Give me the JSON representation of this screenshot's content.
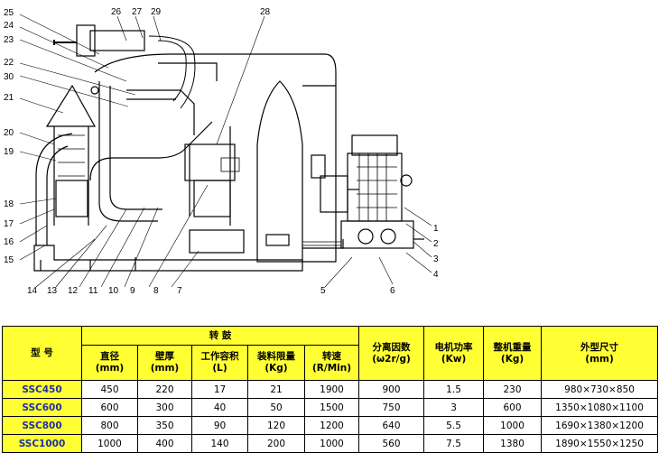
{
  "callouts": {
    "left": [
      "25",
      "24",
      "23",
      "22",
      "30",
      "21",
      "20",
      "19",
      "18",
      "17",
      "16",
      "15"
    ],
    "top": [
      "26",
      "27",
      "29",
      "28"
    ],
    "bottom": [
      "14",
      "13",
      "12",
      "11",
      "10",
      "9",
      "8",
      "7",
      "5",
      "6"
    ],
    "right": [
      "1",
      "2",
      "3",
      "4"
    ]
  },
  "table": {
    "model_header": "型 号",
    "drum_header": "转 鼓",
    "drum_cols": [
      "直径\n(mm)",
      "壁厚\n(mm)",
      "工作容积\n(L)",
      "装料限量\n(Kg)",
      "转速\n(R/Min)"
    ],
    "other_cols": [
      "分离因数\n(ω2r/g)",
      "电机功率\n(Kw)",
      "整机重量\n(Kg)",
      "外型尺寸\n(mm)"
    ],
    "rows": [
      [
        "SSC450",
        "450",
        "220",
        "17",
        "21",
        "1900",
        "900",
        "1.5",
        "230",
        "980×730×850"
      ],
      [
        "SSC600",
        "600",
        "300",
        "40",
        "50",
        "1500",
        "750",
        "3",
        "600",
        "1350×1080×1100"
      ],
      [
        "SSC800",
        "800",
        "350",
        "90",
        "120",
        "1200",
        "640",
        "5.5",
        "1000",
        "1690×1380×1200"
      ],
      [
        "SSC1000",
        "1000",
        "400",
        "140",
        "200",
        "1000",
        "560",
        "7.5",
        "1380",
        "1890×1550×1250"
      ]
    ]
  }
}
